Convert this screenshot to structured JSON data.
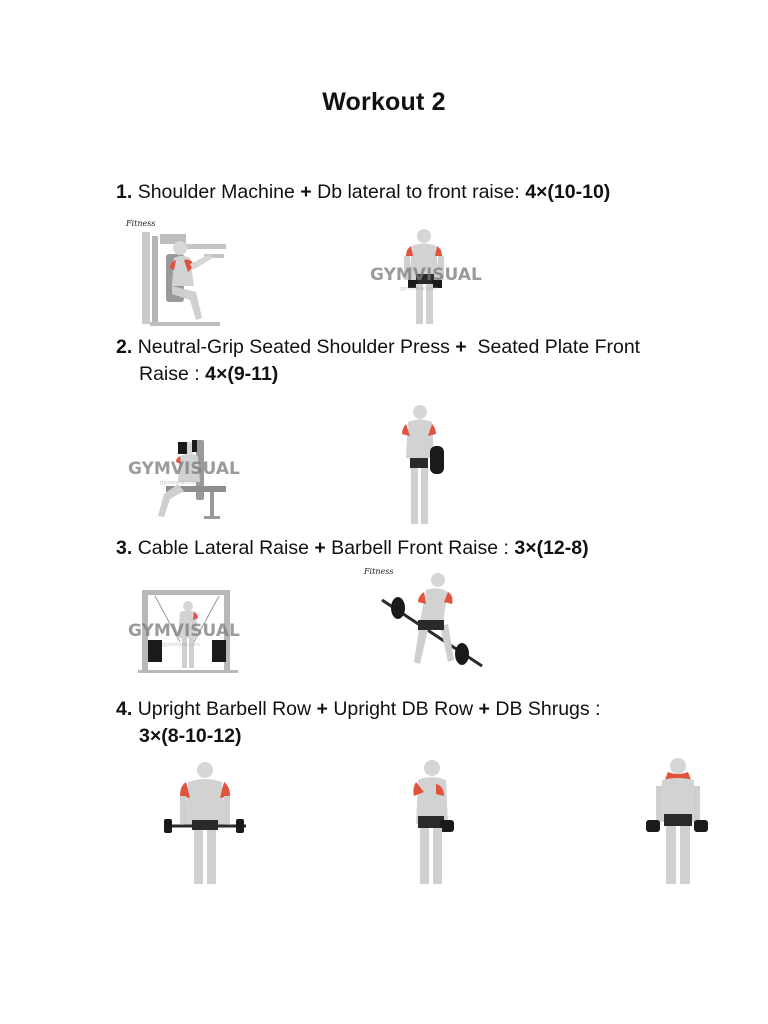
{
  "title": "Workout 2",
  "exercises": [
    {
      "number": "1.",
      "lines": [
        [
          {
            "t": "Shoulder Machine ",
            "b": false
          },
          {
            "t": "+",
            "b": true
          },
          {
            "t": " Db lateral to front raise: ",
            "b": false
          },
          {
            "t": "4×(10-10)",
            "b": true
          }
        ]
      ]
    },
    {
      "number": "2.",
      "lines": [
        [
          {
            "t": "Neutral-Grip Seated Shoulder Press ",
            "b": false
          },
          {
            "t": "+",
            "b": true
          },
          {
            "t": "  Seated Plate Front",
            "b": false
          }
        ],
        [
          {
            "t": "Raise : ",
            "b": false
          },
          {
            "t": "4×(9-11)",
            "b": true
          }
        ]
      ]
    },
    {
      "number": "3.",
      "lines": [
        [
          {
            "t": "Cable Lateral Raise ",
            "b": false
          },
          {
            "t": "+",
            "b": true
          },
          {
            "t": " Barbell Front Raise : ",
            "b": false
          },
          {
            "t": "3×(12-8)",
            "b": true
          }
        ]
      ]
    },
    {
      "number": "4.",
      "lines": [
        [
          {
            "t": "Upright Barbell Row ",
            "b": false
          },
          {
            "t": "+",
            "b": true
          },
          {
            "t": " Upright DB Row ",
            "b": false
          },
          {
            "t": "+",
            "b": true
          },
          {
            "t": " DB Shrugs :",
            "b": false
          }
        ],
        [
          {
            "t": "3×(8-10-12)",
            "b": true
          }
        ]
      ]
    }
  ],
  "watermarks": {
    "gymvisual": "GYMVISUAL",
    "gymvisual_sub": "gymvisual.com",
    "fitness": "Fitness"
  },
  "icons": {
    "exercise_figure": "exercise-illustration-icon"
  },
  "colors": {
    "text": "#111111",
    "muscle_highlight": "#e0533f",
    "skin": "#d9d9d9",
    "equipment": "#1a1a1a"
  }
}
